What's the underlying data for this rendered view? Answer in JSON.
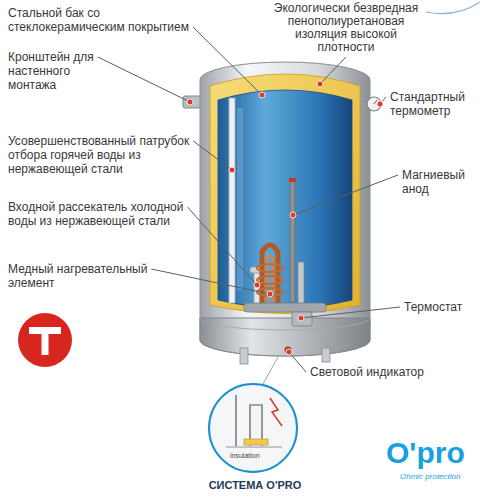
{
  "diagram": {
    "labels": [
      "Стальной бак со стеклокерамическим покрытием",
      "Кронштейн для настенного монтажа",
      "Усовершенствованный патрубок отбора горячей воды из нержавеющей стали",
      "Входной рассекатель холодной воды из нержавеющей стали",
      "Медный нагревательный элемент",
      "Экологически безвредная пенополиуретановая изоляция высокой плотности",
      "Стандартный термометр",
      "Магниевый анод",
      "Термостат",
      "Световой индикатор",
      "insulation",
      "СИСТЕМА O'PRO",
      "O'pro",
      "Ohmic protection"
    ]
  }
}
